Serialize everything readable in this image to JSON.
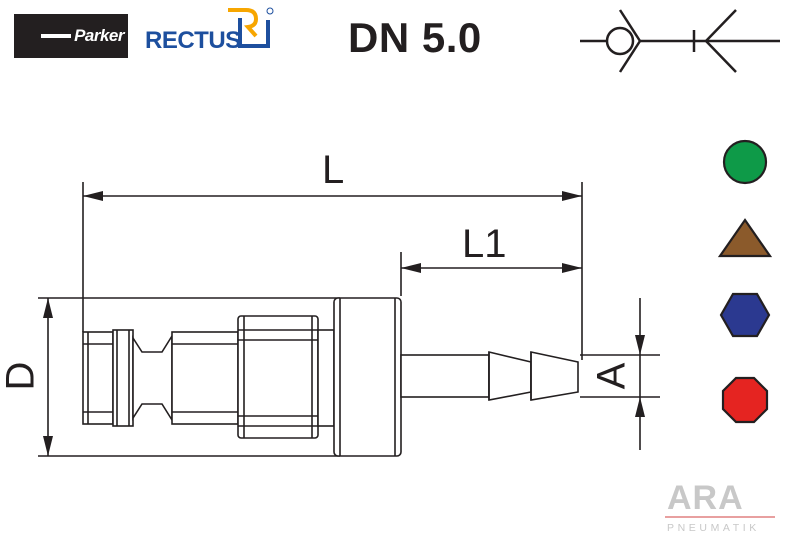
{
  "header": {
    "parker_logo_text": "Parker",
    "rectus_logo_text": "RECTUS",
    "title": "DN 5.0"
  },
  "dimensions": {
    "length_label": "L",
    "length1_label": "L1",
    "diameter_label": "D",
    "hose_label": "A"
  },
  "material_symbols": [
    {
      "shape": "circle",
      "color": "#0e9a48"
    },
    {
      "shape": "triangle",
      "color": "#8b5a2b"
    },
    {
      "shape": "hexagon",
      "color": "#2b3990"
    },
    {
      "shape": "octagon",
      "color": "#e52421"
    }
  ],
  "watermark": {
    "brand": "ARA",
    "subtitle": "PNEUMATIK"
  }
}
